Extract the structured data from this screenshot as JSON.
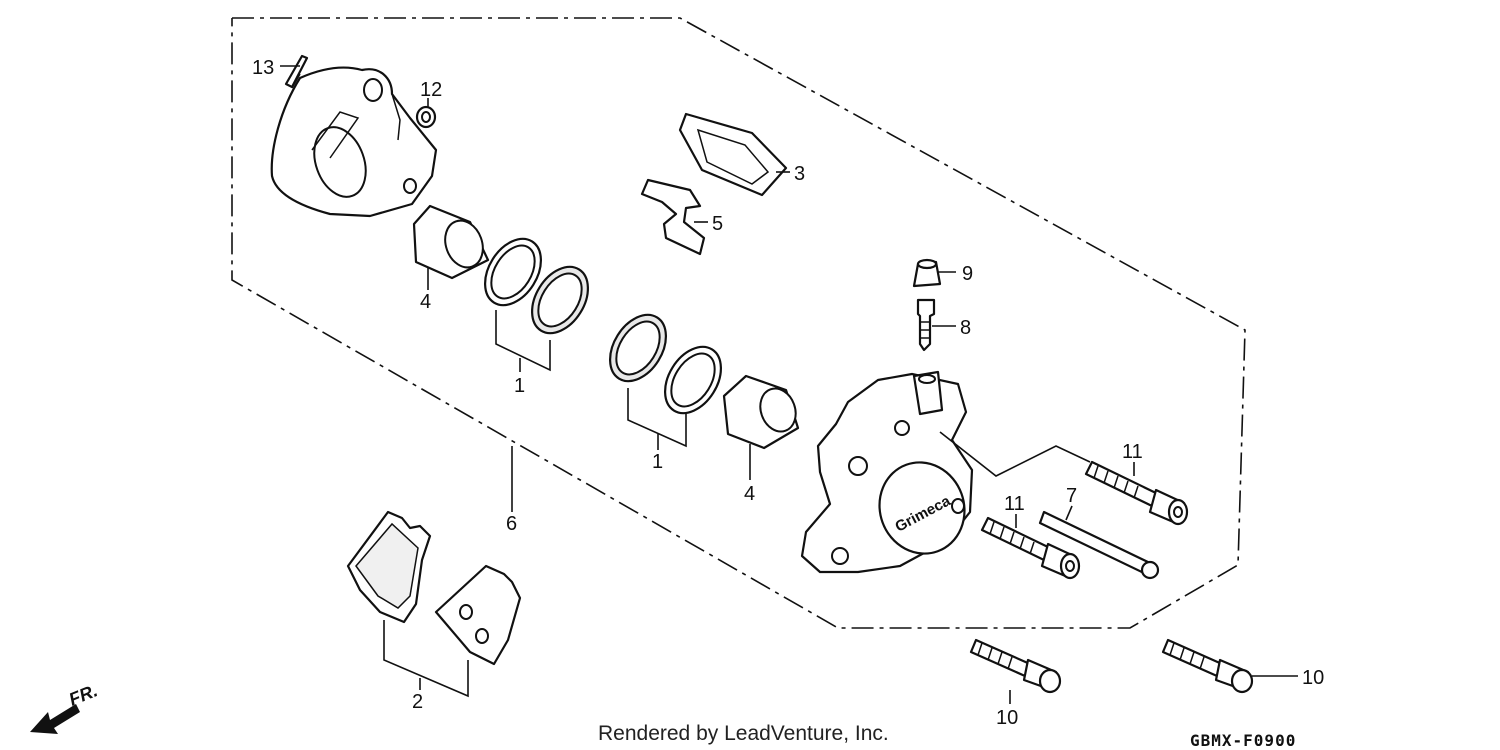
{
  "diagram": {
    "callouts": {
      "c1a": "1",
      "c1b": "1",
      "c2": "2",
      "c3": "3",
      "c4a": "4",
      "c4b": "4",
      "c5": "5",
      "c6": "6",
      "c7": "7",
      "c8": "8",
      "c9": "9",
      "c10a": "10",
      "c10b": "10",
      "c11a": "11",
      "c11b": "11",
      "c12": "12",
      "c13": "13"
    },
    "caliper_brand": "Grimeca",
    "direction_label": "FR.",
    "credit": "Rendered by LeadVenture, Inc.",
    "diagram_code": "GBMX-F0900"
  }
}
